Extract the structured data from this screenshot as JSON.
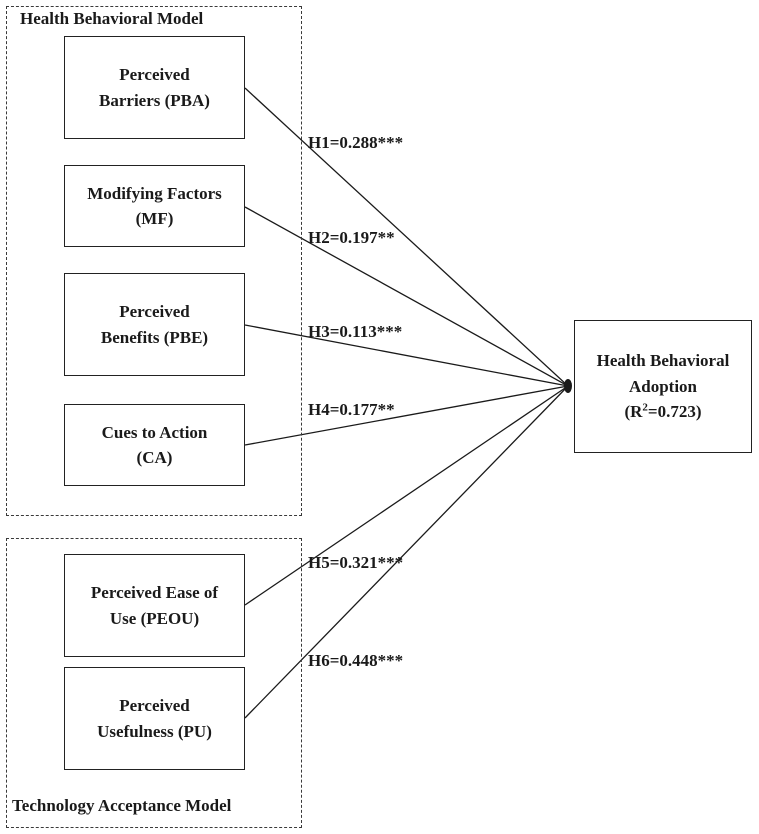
{
  "groups": {
    "hbm": {
      "title": "Health Behavioral Model"
    },
    "tam": {
      "title": "Technology Acceptance Model"
    }
  },
  "constructs": {
    "pba": {
      "line1": "Perceived",
      "line2": "Barriers (PBA)"
    },
    "mf": {
      "line1": "Modifying Factors",
      "line2": "(MF)"
    },
    "pbe": {
      "line1": "Perceived",
      "line2": "Benefits (PBE)"
    },
    "ca": {
      "line1": "Cues to Action",
      "line2": "(CA)"
    },
    "peou": {
      "line1": "Perceived Ease of",
      "line2": "Use (PEOU)"
    },
    "pu": {
      "line1": "Perceived",
      "line2": "Usefulness (PU)"
    }
  },
  "outcome": {
    "line1": "Health Behavioral",
    "line2": "Adoption",
    "r2_prefix": "(R",
    "r2_sup": "2",
    "r2_value": "=0.723)"
  },
  "hypotheses": {
    "h1": "H1=0.288***",
    "h2": "H2=0.197**",
    "h3": "H3=0.113***",
    "h4": "H4=0.177**",
    "h5": "H5=0.321***",
    "h6": "H6=0.448***"
  }
}
